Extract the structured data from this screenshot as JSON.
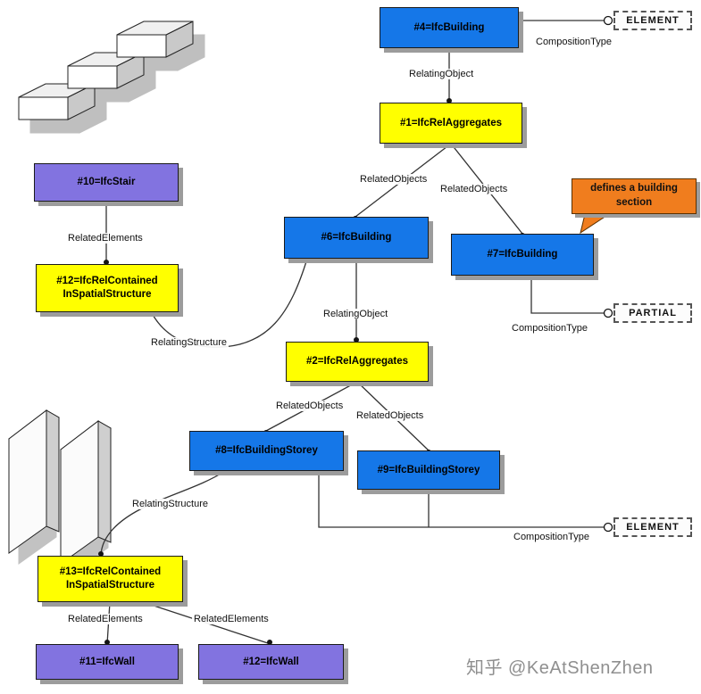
{
  "nodes": {
    "b4": {
      "label": "#4=IfcBuilding"
    },
    "r1": {
      "label": "#1=IfcRelAggregates"
    },
    "b6": {
      "label": "#6=IfcBuilding"
    },
    "b7": {
      "label": "#7=IfcBuilding"
    },
    "r2": {
      "label": "#2=IfcRelAggregates"
    },
    "s10": {
      "label": "#10=IfcStair"
    },
    "r12": {
      "label": "#12=IfcRelContained\nInSpatialStructure"
    },
    "b8": {
      "label": "#8=IfcBuildingStorey"
    },
    "b9": {
      "label": "#9=IfcBuildingStorey"
    },
    "r13": {
      "label": "#13=IfcRelContained\nInSpatialStructure"
    },
    "w11": {
      "label": "#11=IfcWall"
    },
    "w12": {
      "label": "#12=IfcWall"
    }
  },
  "stereotypes": {
    "element_top": "ELEMENT",
    "partial": "PARTIAL",
    "element_bottom": "ELEMENT"
  },
  "edge_labels": {
    "cmp1": "CompositionType",
    "rel_obj1": "RelatingObject",
    "rel_objs1": "RelatedObjects",
    "rel_objs2": "RelatedObjects",
    "rel_elems1": "RelatedElements",
    "rel_obj2": "RelatingObject",
    "cmp2": "CompositionType",
    "rel_struct1": "RelatingStructure",
    "rel_objs3": "RelatedObjects",
    "rel_objs4": "RelatedObjects",
    "rel_struct2": "RelatingStructure",
    "cmp3": "CompositionType",
    "rel_elems2": "RelatedElements",
    "rel_elems3": "RelatedElements"
  },
  "callout": {
    "text": "defines a building section"
  },
  "icons": {
    "stair_illustration": "3d-stair",
    "wall_illustration": "3d-walls"
  },
  "watermark": "知乎 @KeAtShenZhen",
  "colors": {
    "blue": "#1577e8",
    "yellow": "#ffff00",
    "purple": "#8273e0",
    "orange": "#f07d1e",
    "shadow": "#9c9c9c",
    "line": "#333333"
  }
}
